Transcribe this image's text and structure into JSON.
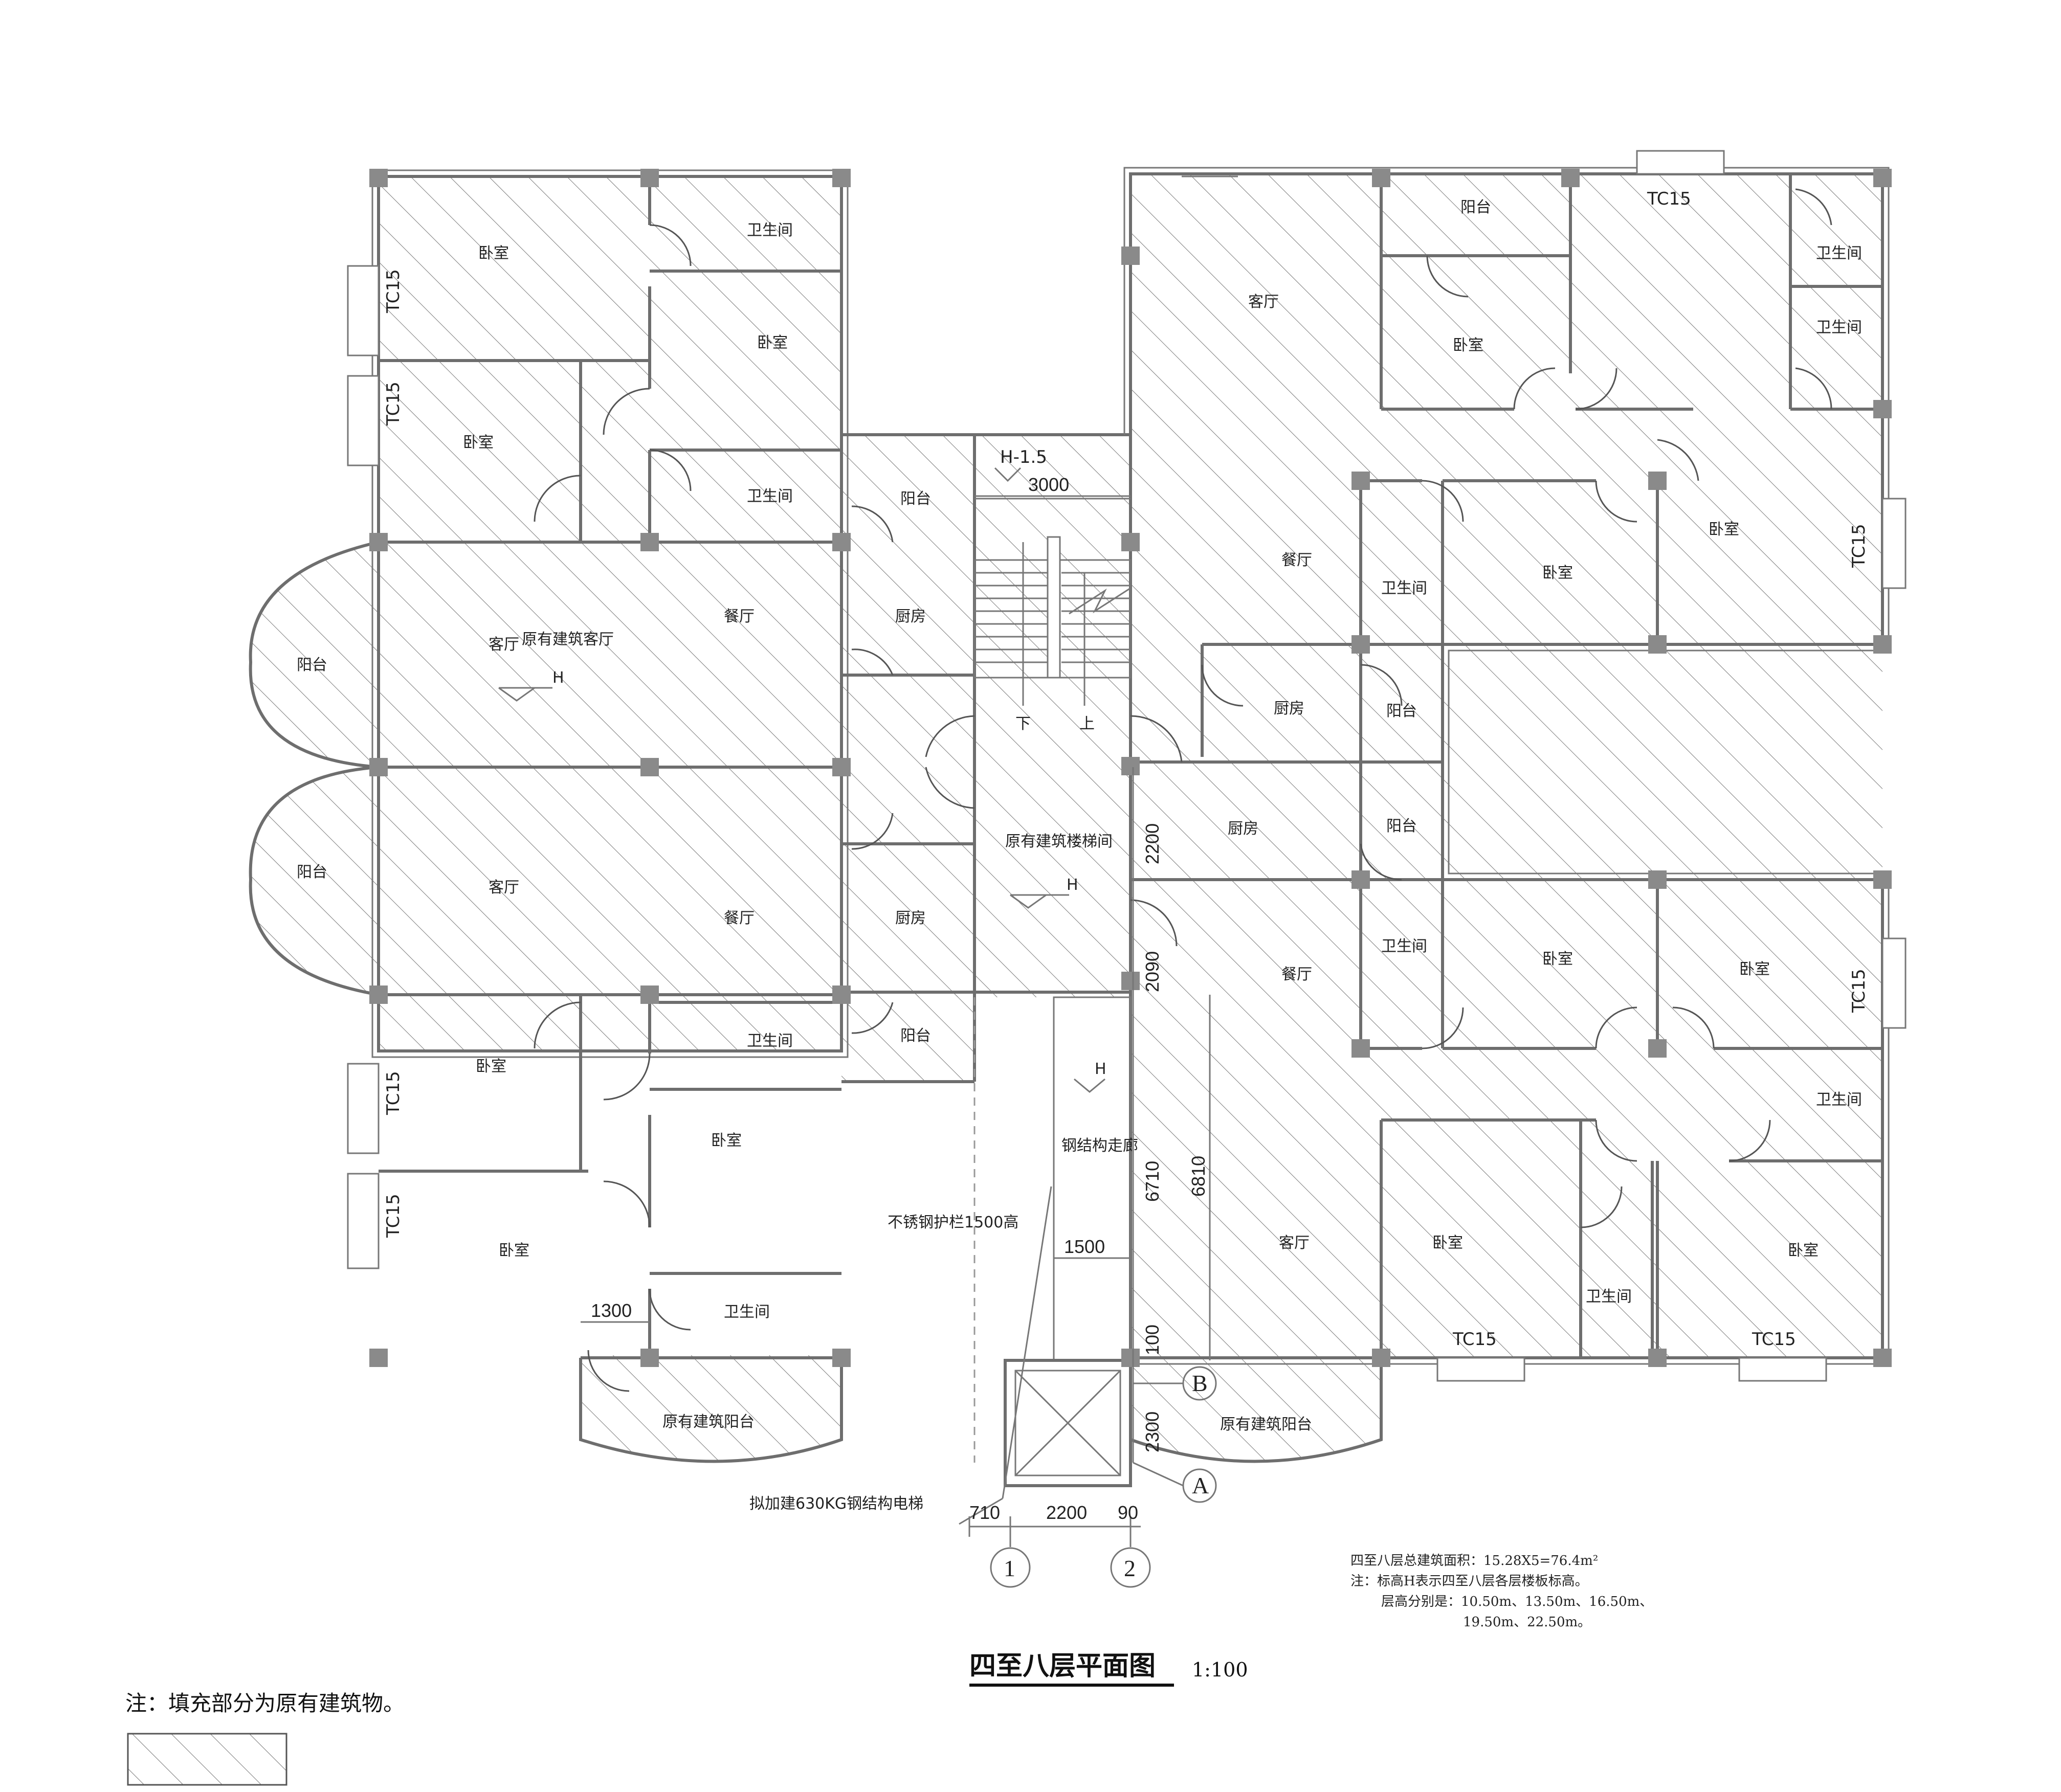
{
  "title": "四至八层平面图",
  "scale": "1:100",
  "legend_note": "注：填充部分为原有建筑物。",
  "area_note": {
    "line1": "四至八层总建筑面积：15.28X5=76.4m²",
    "line2": "注：标高H表示四至八层各层楼板标高。",
    "line3": "层高分别是：10.50m、13.50m、16.50m、",
    "line4": "19.50m、22.50m。"
  },
  "labels": {
    "bedroom": "卧室",
    "bathroom": "卫生间",
    "balcony": "阳台",
    "kitchen": "厨房",
    "living": "客厅",
    "dining": "餐厅",
    "window": "TC15",
    "orig_living": "原有建筑客厅",
    "orig_balcony": "原有建筑阳台",
    "orig_stair": "原有建筑楼梯间",
    "steel_corridor": "钢结构走廊",
    "railing": "不锈钢护栏1500高",
    "elevator": "拟加建630KG钢结构电梯",
    "level_h": "H",
    "level_h15": "H-1.5",
    "down": "下",
    "up": "上"
  },
  "dimensions": {
    "d3000": "3000",
    "d1300": "1300",
    "d1500": "1500",
    "d2200": "2200",
    "d2090": "2090",
    "d6710": "6710",
    "d6810": "6810",
    "d100": "100",
    "d2300": "2300",
    "d710": "710",
    "d2200b": "2200",
    "d90": "90"
  },
  "axes": {
    "a1": "1",
    "a2": "2",
    "aA": "A",
    "aB": "B"
  }
}
